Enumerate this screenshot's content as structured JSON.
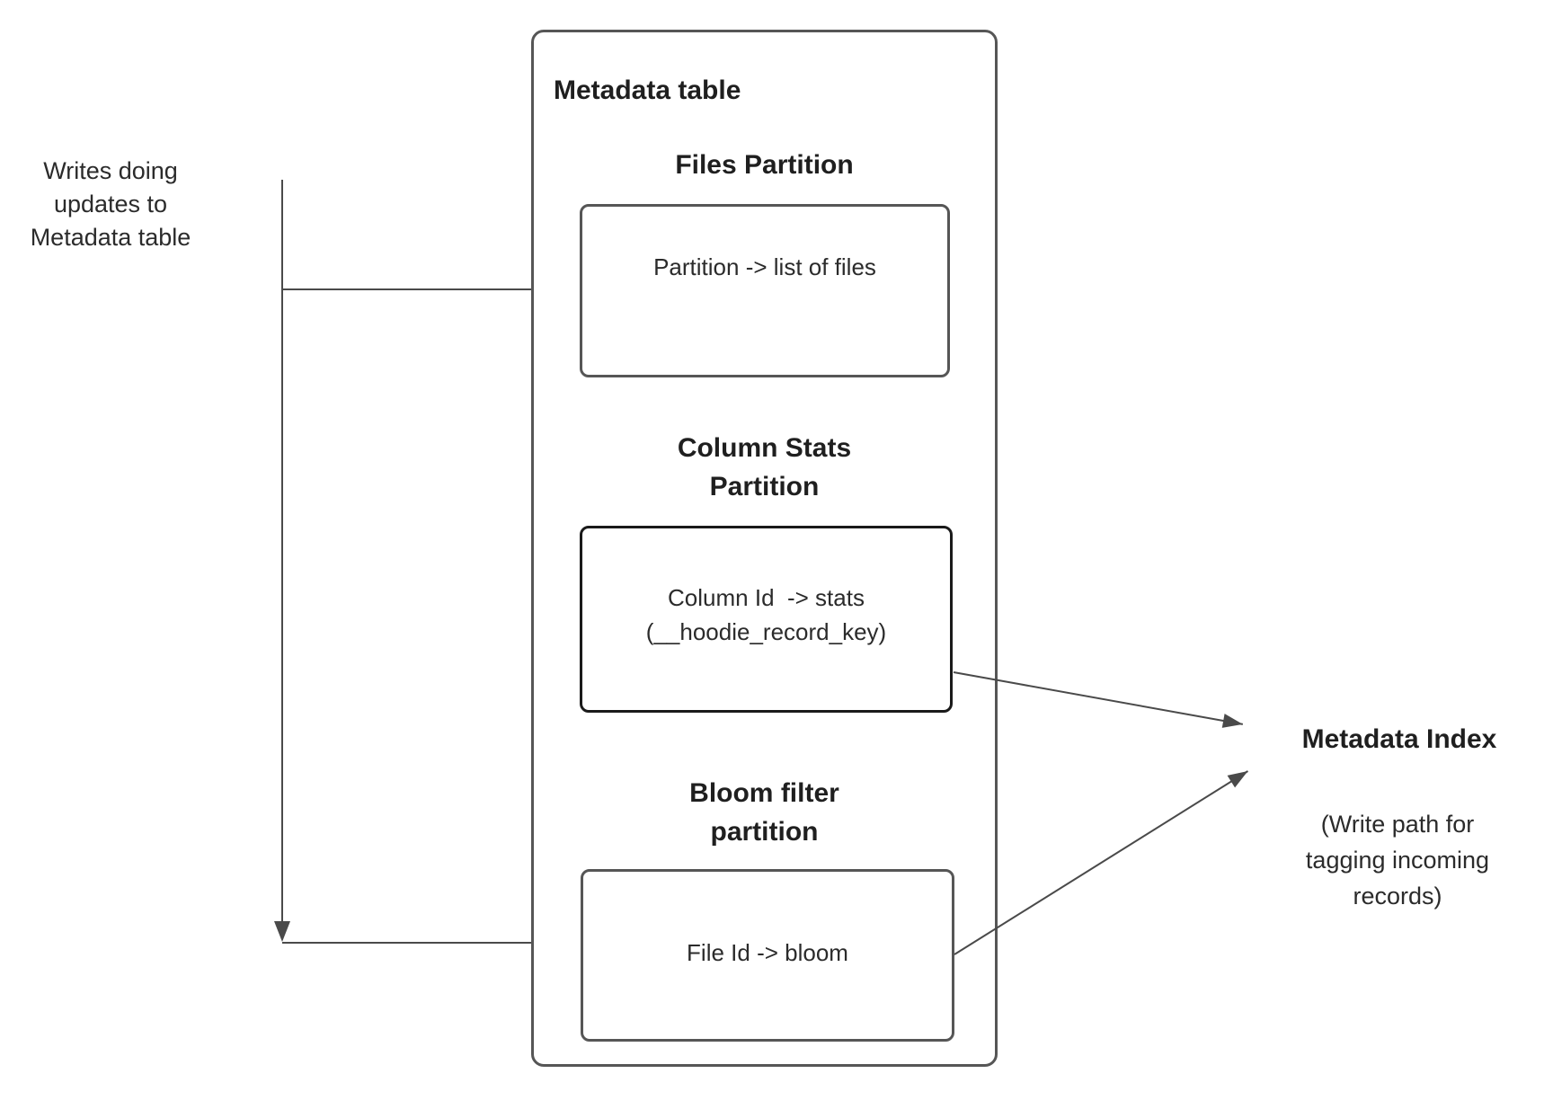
{
  "note": {
    "lines": [
      "Writes doing",
      "updates to",
      "Metadata table"
    ]
  },
  "table": {
    "title": "Metadata table",
    "partitions": [
      {
        "heading_lines": [
          "Files Partition"
        ],
        "box_lines": [
          "Partition -> list of files"
        ]
      },
      {
        "heading_lines": [
          "Column Stats",
          "Partition"
        ],
        "box_lines": [
          "Column Id  -> stats",
          "(__hoodie_record_key)"
        ]
      },
      {
        "heading_lines": [
          "Bloom filter",
          "partition"
        ],
        "box_lines": [
          "File Id -> bloom"
        ]
      }
    ]
  },
  "index": {
    "title": "Metadata Index",
    "caption_lines": [
      "(Write path for",
      "tagging incoming",
      "records)"
    ]
  },
  "colors": {
    "line_color": "#4a4a4a",
    "border_color": "#565656",
    "stats_border_color": "#1a1a1a",
    "heading_text_color": "#1f1f1f",
    "body_text_color": "#2b2b2b",
    "background": "#ffffff"
  }
}
